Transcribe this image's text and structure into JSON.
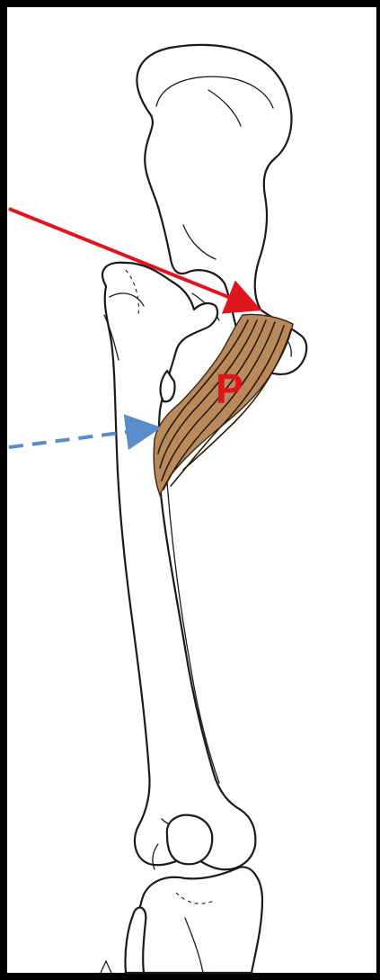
{
  "figure": {
    "muscle_label": "P",
    "colors": {
      "muscle_fill": "#b98a5c",
      "fiber_stroke": "#2a1a0a",
      "red_arrow": "#e0141c",
      "blue_arrow": "#5b8bc8",
      "label": "#e0141c",
      "bone_outline": "#1a1a1a",
      "frame": "#000000"
    },
    "arrows": [
      {
        "name": "origin-arrow",
        "style": "solid",
        "color": "red"
      },
      {
        "name": "insertion-arrow",
        "style": "dashed",
        "color": "blue"
      }
    ]
  }
}
